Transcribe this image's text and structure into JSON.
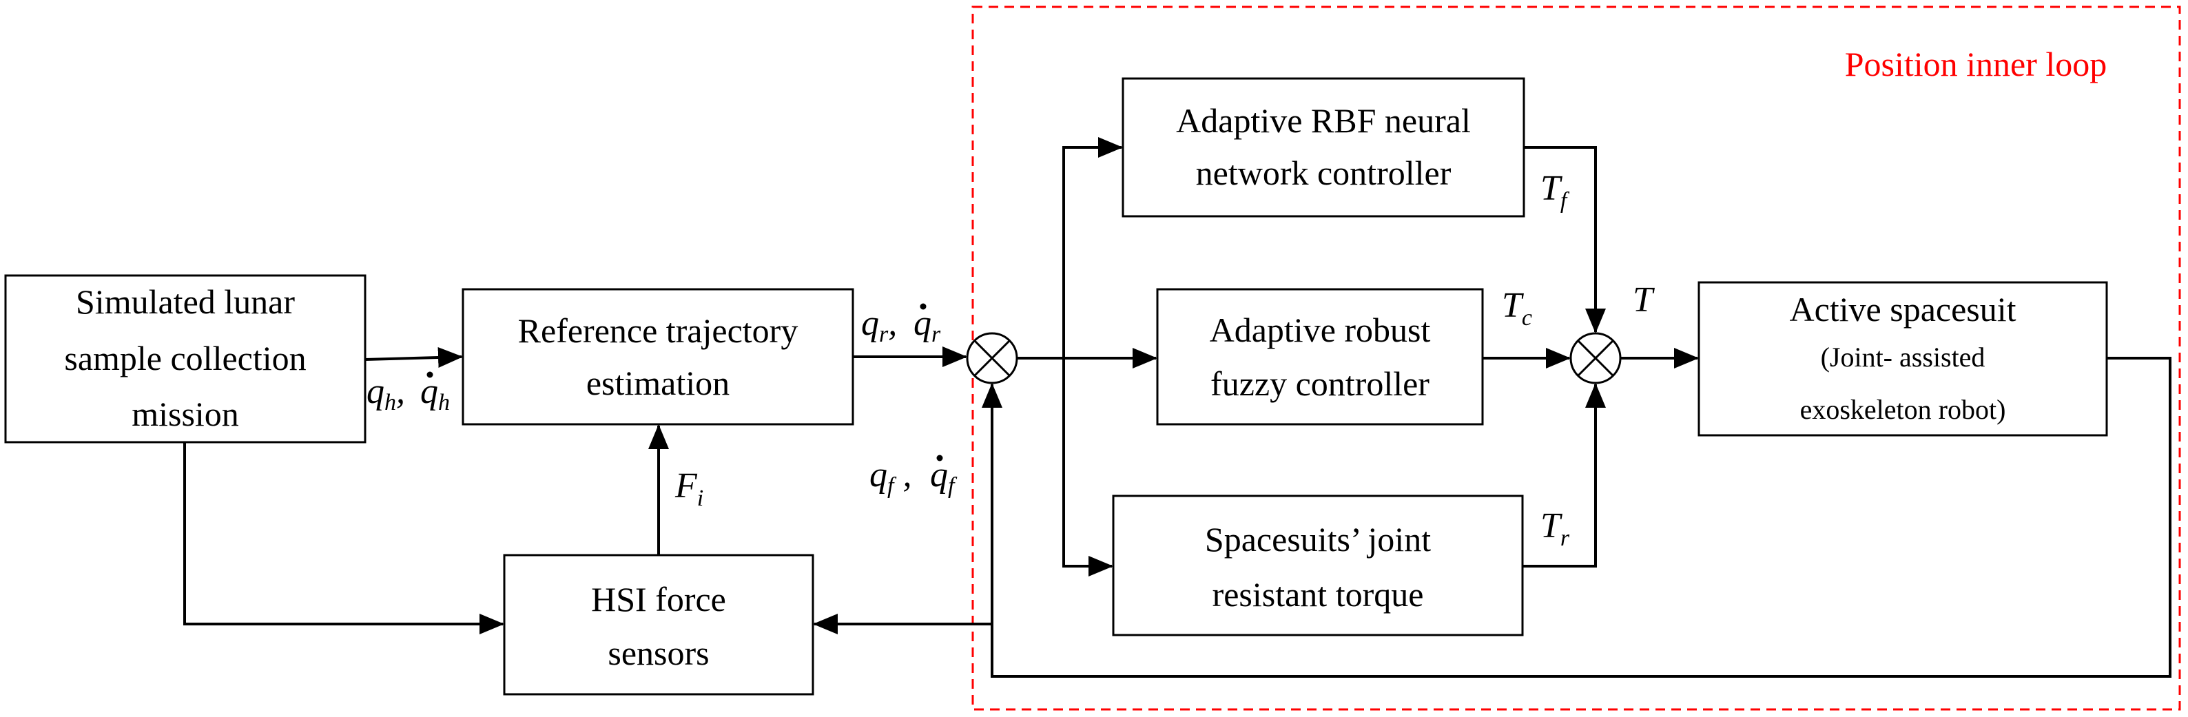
{
  "colors": {
    "line": "#000000",
    "inner_loop": "#ff0000"
  },
  "inner_loop": {
    "title": "Position inner loop"
  },
  "blocks": {
    "mission": {
      "lines": [
        "Simulated lunar",
        "sample collection",
        "mission"
      ]
    },
    "reference": {
      "lines": [
        "Reference trajectory",
        "estimation"
      ]
    },
    "hsi": {
      "lines": [
        "HSI force",
        "sensors"
      ]
    },
    "rbf": {
      "lines": [
        "Adaptive RBF neural",
        "network controller"
      ]
    },
    "fuzzy": {
      "lines": [
        "Adaptive robust",
        "fuzzy controller"
      ]
    },
    "resist": {
      "lines": [
        "Spacesuits’ joint",
        "resistant torque"
      ]
    },
    "spacesuit": {
      "title": "Active spacesuit",
      "sub": [
        "(Joint- assisted",
        "exoskeleton robot)"
      ]
    }
  },
  "signals": {
    "qh": "q",
    "qh_sub": "h",
    "qr": "q",
    "qr_sub": "r",
    "qf": "q",
    "qf_sub": "f",
    "Fi": "F",
    "Fi_sub": "i",
    "Tf": "T",
    "Tf_sub": "f",
    "Tc": "T",
    "Tc_sub": "c",
    "Tr": "T",
    "Tr_sub": "r",
    "T": "T"
  }
}
